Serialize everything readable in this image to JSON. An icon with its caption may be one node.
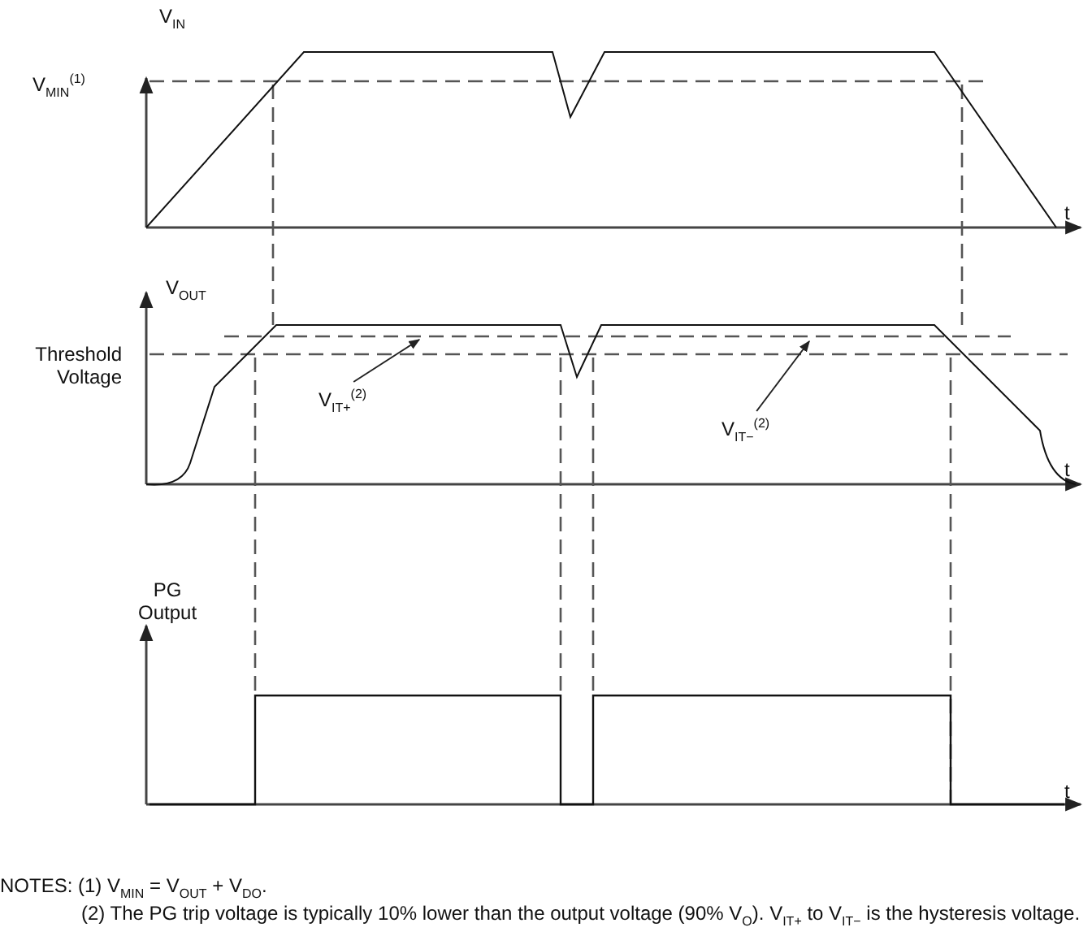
{
  "diagram": {
    "nodes": [
      {
        "text": [
          "V$_{IT+}$$^{(2)}$"
        ]
      },
      {
        "text": [
          "V$_{IT−}$$^{(2)}$"
        ]
      }
    ],
    "edges": [
      {
        "from": 0,
        "to": null,
        "arrow": "to"
      },
      {
        "from": 1,
        "to": null,
        "arrow": "to"
      }
    ],
    "labels": [
      "V$_{IN}$",
      "V$_{MIN}$$^{(1)}$",
      "t",
      "V$_{OUT}$",
      "Threshold Voltage",
      "t",
      "PG Output",
      "t",
      "NOTES: (1) V$_{MIN}$ = V$_{OUT}$ + V$_{DO}$.",
      "(2) The PG trip voltage is typically 10% lower than the output voltage (90% V$_{O}$). V$_{IT+}$ to V$_{IT−}$ is the hysteresis voltage."
    ]
  }
}
